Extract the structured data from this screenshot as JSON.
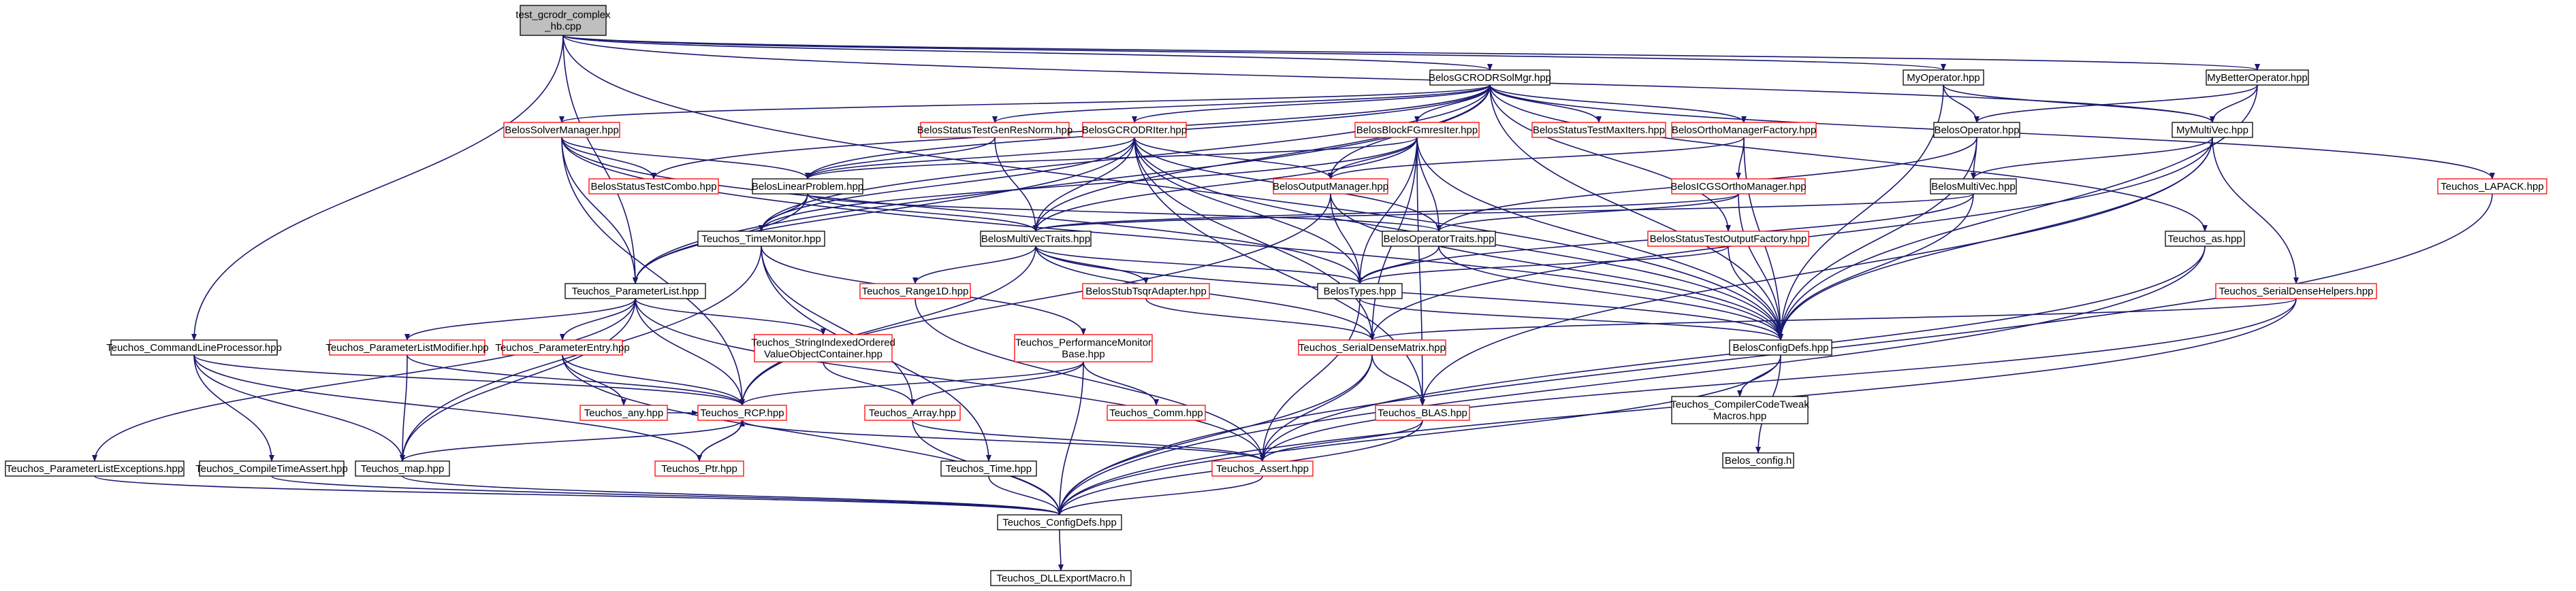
{
  "graph_title": "",
  "colors": {
    "edge": "#191970",
    "documented_border": "#000000",
    "undocumented_border": "#ff0000",
    "root_fill": "#bfbfbf",
    "system_border": "#bfbfbf"
  },
  "nodes": [
    {
      "id": "root",
      "lines": [
        "test_gcrodr_complex",
        "_hb.cpp"
      ],
      "kind": "root"
    },
    {
      "id": "BelosGCRODRSolMgr",
      "lines": [
        "BelosGCRODRSolMgr.hpp"
      ],
      "kind": "doc"
    },
    {
      "id": "MyOperator",
      "lines": [
        "MyOperator.hpp"
      ],
      "kind": "doc"
    },
    {
      "id": "MyBetterOperator",
      "lines": [
        "MyBetterOperator.hpp"
      ],
      "kind": "doc"
    },
    {
      "id": "BelosSolverManager",
      "lines": [
        "BelosSolverManager.hpp"
      ],
      "kind": "missing"
    },
    {
      "id": "BelosStatusTestGenResNorm",
      "lines": [
        "BelosStatusTestGenResNorm.hpp"
      ],
      "kind": "missing"
    },
    {
      "id": "BelosGCRODRIter",
      "lines": [
        "BelosGCRODRIter.hpp"
      ],
      "kind": "missing"
    },
    {
      "id": "BelosBlockFGmresIter",
      "lines": [
        "BelosBlockFGmresIter.hpp"
      ],
      "kind": "missing"
    },
    {
      "id": "BelosStatusTestMaxIters",
      "lines": [
        "BelosStatusTestMaxIters.hpp"
      ],
      "kind": "missing"
    },
    {
      "id": "BelosOrthoManagerFactory",
      "lines": [
        "BelosOrthoManagerFactory.hpp"
      ],
      "kind": "missing"
    },
    {
      "id": "BelosOperator",
      "lines": [
        "BelosOperator.hpp"
      ],
      "kind": "doc"
    },
    {
      "id": "MyMultiVec",
      "lines": [
        "MyMultiVec.hpp"
      ],
      "kind": "doc"
    },
    {
      "id": "BelosStatusTestCombo",
      "lines": [
        "BelosStatusTestCombo.hpp"
      ],
      "kind": "missing"
    },
    {
      "id": "BelosLinearProblem",
      "lines": [
        "BelosLinearProblem.hpp"
      ],
      "kind": "doc"
    },
    {
      "id": "BelosOutputManager",
      "lines": [
        "BelosOutputManager.hpp"
      ],
      "kind": "missing"
    },
    {
      "id": "BelosICGSOrthoManager",
      "lines": [
        "BelosICGSOrthoManager.hpp"
      ],
      "kind": "missing"
    },
    {
      "id": "BelosMultiVec",
      "lines": [
        "BelosMultiVec.hpp"
      ],
      "kind": "doc"
    },
    {
      "id": "TeuchosLAPACK",
      "lines": [
        "Teuchos_LAPACK.hpp"
      ],
      "kind": "missing"
    },
    {
      "id": "TeuchosTimeMonitor",
      "lines": [
        "Teuchos_TimeMonitor.hpp"
      ],
      "kind": "doc"
    },
    {
      "id": "BelosMultiVecTraits",
      "lines": [
        "BelosMultiVecTraits.hpp"
      ],
      "kind": "doc"
    },
    {
      "id": "BelosOperatorTraits",
      "lines": [
        "BelosOperatorTraits.hpp"
      ],
      "kind": "doc"
    },
    {
      "id": "TeuchosAs",
      "lines": [
        "Teuchos_as.hpp"
      ],
      "kind": "doc"
    },
    {
      "id": "TeuchosParameterList",
      "lines": [
        "Teuchos_ParameterList.hpp"
      ],
      "kind": "doc"
    },
    {
      "id": "TeuchosRange1D",
      "lines": [
        "Teuchos_Range1D.hpp"
      ],
      "kind": "missing"
    },
    {
      "id": "BelosStubTsqrAdapter",
      "lines": [
        "BelosStubTsqrAdapter.hpp"
      ],
      "kind": "missing"
    },
    {
      "id": "BelosTypes",
      "lines": [
        "BelosTypes.hpp"
      ],
      "kind": "doc"
    },
    {
      "id": "BelosStatusTestOutputFactory",
      "lines": [
        "BelosStatusTestOutputFactory.hpp"
      ],
      "kind": "missing"
    },
    {
      "id": "TeuchosSerialDenseHelpers",
      "lines": [
        "Teuchos_SerialDenseHelpers.hpp"
      ],
      "kind": "missing"
    },
    {
      "id": "TeuchosCommandLineProcessor",
      "lines": [
        "Teuchos_CommandLineProcessor.hpp"
      ],
      "kind": "doc"
    },
    {
      "id": "TeuchosParameterListModifier",
      "lines": [
        "Teuchos_ParameterListModifier.hpp"
      ],
      "kind": "missing"
    },
    {
      "id": "TeuchosParameterEntry",
      "lines": [
        "Teuchos_ParameterEntry.hpp"
      ],
      "kind": "missing"
    },
    {
      "id": "TeuchosStringIndexed",
      "lines": [
        "Teuchos_StringIndexedOrdered",
        "ValueObjectContainer.hpp"
      ],
      "kind": "missing"
    },
    {
      "id": "TeuchosPerformanceMonitor",
      "lines": [
        "Teuchos_PerformanceMonitor",
        "Base.hpp"
      ],
      "kind": "missing"
    },
    {
      "id": "TeuchosSerialDenseMatrix",
      "lines": [
        "Teuchos_SerialDenseMatrix.hpp"
      ],
      "kind": "missing"
    },
    {
      "id": "BelosConfigDefs",
      "lines": [
        "BelosConfigDefs.hpp"
      ],
      "kind": "doc"
    },
    {
      "id": "TeuchosAny",
      "lines": [
        "Teuchos_any.hpp"
      ],
      "kind": "missing"
    },
    {
      "id": "TeuchosRCP",
      "lines": [
        "Teuchos_RCP.hpp"
      ],
      "kind": "missing"
    },
    {
      "id": "TeuchosArray",
      "lines": [
        "Teuchos_Array.hpp"
      ],
      "kind": "missing"
    },
    {
      "id": "TeuchosComm",
      "lines": [
        "Teuchos_Comm.hpp"
      ],
      "kind": "missing"
    },
    {
      "id": "TeuchosBLAS",
      "lines": [
        "Teuchos_BLAS.hpp"
      ],
      "kind": "missing"
    },
    {
      "id": "TeuchosCompilerCodeTweak",
      "lines": [
        "Teuchos_CompilerCodeTweak",
        "Macros.hpp"
      ],
      "kind": "doc"
    },
    {
      "id": "BelosConfigH",
      "lines": [
        "Belos_config.h"
      ],
      "kind": "system"
    },
    {
      "id": "TeuchosParameterListExceptions",
      "lines": [
        "Teuchos_ParameterListExceptions.hpp"
      ],
      "kind": "doc"
    },
    {
      "id": "TeuchosCompileTimeAssert",
      "lines": [
        "Teuchos_CompileTimeAssert.hpp"
      ],
      "kind": "doc"
    },
    {
      "id": "TeuchosMap",
      "lines": [
        "Teuchos_map.hpp"
      ],
      "kind": "doc"
    },
    {
      "id": "TeuchosPtr",
      "lines": [
        "Teuchos_Ptr.hpp"
      ],
      "kind": "missing"
    },
    {
      "id": "TeuchosTime",
      "lines": [
        "Teuchos_Time.hpp"
      ],
      "kind": "doc"
    },
    {
      "id": "TeuchosAssert",
      "lines": [
        "Teuchos_Assert.hpp"
      ],
      "kind": "missing"
    },
    {
      "id": "TeuchosConfigDefs",
      "lines": [
        "Teuchos_ConfigDefs.hpp"
      ],
      "kind": "doc"
    },
    {
      "id": "TeuchosDLLExportMacro",
      "lines": [
        "Teuchos_DLLExportMacro.h"
      ],
      "kind": "doc"
    }
  ],
  "edges": [
    [
      "root",
      "BelosGCRODRSolMgr"
    ],
    [
      "root",
      "MyOperator"
    ],
    [
      "root",
      "MyBetterOperator"
    ],
    [
      "root",
      "MyMultiVec"
    ],
    [
      "root",
      "TeuchosCommandLineProcessor"
    ],
    [
      "root",
      "TeuchosParameterList"
    ],
    [
      "root",
      "BelosConfigDefs"
    ],
    [
      "BelosGCRODRSolMgr",
      "BelosSolverManager"
    ],
    [
      "BelosGCRODRSolMgr",
      "BelosStatusTestGenResNorm"
    ],
    [
      "BelosGCRODRSolMgr",
      "BelosGCRODRIter"
    ],
    [
      "BelosGCRODRSolMgr",
      "BelosBlockFGmresIter"
    ],
    [
      "BelosGCRODRSolMgr",
      "BelosStatusTestMaxIters"
    ],
    [
      "BelosGCRODRSolMgr",
      "BelosOrthoManagerFactory"
    ],
    [
      "BelosGCRODRSolMgr",
      "BelosStatusTestCombo"
    ],
    [
      "BelosGCRODRSolMgr",
      "BelosLinearProblem"
    ],
    [
      "BelosGCRODRSolMgr",
      "BelosOutputManager"
    ],
    [
      "BelosGCRODRSolMgr",
      "TeuchosLAPACK"
    ],
    [
      "BelosGCRODRSolMgr",
      "TeuchosTimeMonitor"
    ],
    [
      "BelosGCRODRSolMgr",
      "BelosStatusTestOutputFactory"
    ],
    [
      "BelosGCRODRSolMgr",
      "TeuchosAs"
    ],
    [
      "BelosGCRODRSolMgr",
      "BelosConfigDefs"
    ],
    [
      "BelosGCRODRSolMgr",
      "TeuchosParameterList"
    ],
    [
      "BelosGCRODRSolMgr",
      "BelosMultiVecTraits"
    ],
    [
      "MyOperator",
      "BelosOperator"
    ],
    [
      "MyOperator",
      "MyMultiVec"
    ],
    [
      "MyOperator",
      "BelosConfigDefs"
    ],
    [
      "MyBetterOperator",
      "BelosOperator"
    ],
    [
      "MyBetterOperator",
      "MyMultiVec"
    ],
    [
      "MyBetterOperator",
      "BelosConfigDefs"
    ],
    [
      "MyMultiVec",
      "BelosMultiVec"
    ],
    [
      "MyMultiVec",
      "BelosConfigDefs"
    ],
    [
      "MyMultiVec",
      "TeuchosSerialDenseHelpers"
    ],
    [
      "MyMultiVec",
      "TeuchosBLAS"
    ],
    [
      "MyMultiVec",
      "TeuchosSerialDenseMatrix"
    ],
    [
      "BelosOperator",
      "BelosOperatorTraits"
    ],
    [
      "BelosOperator",
      "BelosMultiVec"
    ],
    [
      "BelosOperator",
      "BelosConfigDefs"
    ],
    [
      "BelosMultiVec",
      "BelosMultiVecTraits"
    ],
    [
      "BelosMultiVec",
      "BelosTypes"
    ],
    [
      "BelosMultiVec",
      "BelosConfigDefs"
    ],
    [
      "BelosSolverManager",
      "BelosStatusTestCombo"
    ],
    [
      "BelosSolverManager",
      "BelosLinearProblem"
    ],
    [
      "BelosSolverManager",
      "TeuchosParameterList"
    ],
    [
      "BelosSolverManager",
      "BelosTypes"
    ],
    [
      "BelosSolverManager",
      "TeuchosRCP"
    ],
    [
      "BelosSolverManager",
      "BelosConfigDefs"
    ],
    [
      "BelosStatusTestGenResNorm",
      "BelosLinearProblem"
    ],
    [
      "BelosStatusTestGenResNorm",
      "BelosMultiVecTraits"
    ],
    [
      "BelosGCRODRIter",
      "BelosLinearProblem"
    ],
    [
      "BelosGCRODRIter",
      "BelosOutputManager"
    ],
    [
      "BelosGCRODRIter",
      "BelosMultiVecTraits"
    ],
    [
      "BelosGCRODRIter",
      "BelosOperatorTraits"
    ],
    [
      "BelosGCRODRIter",
      "BelosTypes"
    ],
    [
      "BelosGCRODRIter",
      "TeuchosSerialDenseMatrix"
    ],
    [
      "BelosGCRODRIter",
      "TeuchosBLAS"
    ],
    [
      "BelosGCRODRIter",
      "TeuchosTimeMonitor"
    ],
    [
      "BelosGCRODRIter",
      "TeuchosParameterList"
    ],
    [
      "BelosGCRODRIter",
      "BelosConfigDefs"
    ],
    [
      "BelosBlockFGmresIter",
      "BelosLinearProblem"
    ],
    [
      "BelosBlockFGmresIter",
      "BelosOutputManager"
    ],
    [
      "BelosBlockFGmresIter",
      "BelosMultiVecTraits"
    ],
    [
      "BelosBlockFGmresIter",
      "BelosOperatorTraits"
    ],
    [
      "BelosBlockFGmresIter",
      "BelosTypes"
    ],
    [
      "BelosBlockFGmresIter",
      "TeuchosSerialDenseMatrix"
    ],
    [
      "BelosBlockFGmresIter",
      "TeuchosBLAS"
    ],
    [
      "BelosBlockFGmresIter",
      "TeuchosTimeMonitor"
    ],
    [
      "BelosBlockFGmresIter",
      "BelosConfigDefs"
    ],
    [
      "BelosOrthoManagerFactory",
      "BelosICGSOrthoManager"
    ],
    [
      "BelosOrthoManagerFactory",
      "BelosOutputManager"
    ],
    [
      "BelosOrthoManagerFactory",
      "BelosConfigDefs"
    ],
    [
      "BelosICGSOrthoManager",
      "BelosMultiVecTraits"
    ],
    [
      "BelosICGSOrthoManager",
      "BelosOperatorTraits"
    ],
    [
      "BelosICGSOrthoManager",
      "BelosConfigDefs"
    ],
    [
      "BelosLinearProblem",
      "BelosMultiVecTraits"
    ],
    [
      "BelosLinearProblem",
      "BelosOperatorTraits"
    ],
    [
      "BelosLinearProblem",
      "TeuchosTimeMonitor"
    ],
    [
      "BelosLinearProblem",
      "TeuchosParameterList"
    ],
    [
      "BelosOutputManager",
      "BelosTypes"
    ],
    [
      "BelosOutputManager",
      "BelosConfigDefs"
    ],
    [
      "BelosOutputManager",
      "TeuchosRCP"
    ],
    [
      "TeuchosLAPACK",
      "TeuchosConfigDefs"
    ],
    [
      "TeuchosTimeMonitor",
      "TeuchosTime"
    ],
    [
      "TeuchosTimeMonitor",
      "TeuchosPerformanceMonitor"
    ],
    [
      "TeuchosTimeMonitor",
      "TeuchosMap"
    ],
    [
      "TeuchosTimeMonitor",
      "TeuchosArray"
    ],
    [
      "BelosMultiVecTraits",
      "BelosTypes"
    ],
    [
      "BelosMultiVecTraits",
      "TeuchosRange1D"
    ],
    [
      "BelosMultiVecTraits",
      "BelosStubTsqrAdapter"
    ],
    [
      "BelosMultiVecTraits",
      "TeuchosRCP"
    ],
    [
      "BelosMultiVecTraits",
      "TeuchosSerialDenseMatrix"
    ],
    [
      "BelosMultiVecTraits",
      "BelosConfigDefs"
    ],
    [
      "BelosOperatorTraits",
      "BelosTypes"
    ],
    [
      "BelosOperatorTraits",
      "BelosConfigDefs"
    ],
    [
      "TeuchosAs",
      "TeuchosAssert"
    ],
    [
      "TeuchosAs",
      "TeuchosConfigDefs"
    ],
    [
      "TeuchosParameterList",
      "TeuchosParameterListExceptions"
    ],
    [
      "TeuchosParameterList",
      "TeuchosParameterListModifier"
    ],
    [
      "TeuchosParameterList",
      "TeuchosParameterEntry"
    ],
    [
      "TeuchosParameterList",
      "TeuchosStringIndexed"
    ],
    [
      "TeuchosParameterList",
      "TeuchosRCP"
    ],
    [
      "TeuchosParameterList",
      "TeuchosMap"
    ],
    [
      "TeuchosParameterList",
      "TeuchosAssert"
    ],
    [
      "TeuchosRange1D",
      "TeuchosAssert"
    ],
    [
      "BelosStubTsqrAdapter",
      "TeuchosSerialDenseMatrix"
    ],
    [
      "BelosTypes",
      "BelosConfigDefs"
    ],
    [
      "BelosTypes",
      "TeuchosAssert"
    ],
    [
      "BelosStatusTestOutputFactory",
      "BelosTypes"
    ],
    [
      "BelosStatusTestOutputFactory",
      "BelosConfigDefs"
    ],
    [
      "TeuchosSerialDenseHelpers",
      "TeuchosSerialDenseMatrix"
    ],
    [
      "TeuchosSerialDenseHelpers",
      "TeuchosAssert"
    ],
    [
      "TeuchosSerialDenseHelpers",
      "TeuchosConfigDefs"
    ],
    [
      "TeuchosCommandLineProcessor",
      "TeuchosCompileTimeAssert"
    ],
    [
      "TeuchosCommandLineProcessor",
      "TeuchosMap"
    ],
    [
      "TeuchosCommandLineProcessor",
      "TeuchosRCP"
    ],
    [
      "TeuchosCommandLineProcessor",
      "TeuchosPtr"
    ],
    [
      "TeuchosParameterListModifier",
      "TeuchosRCP"
    ],
    [
      "TeuchosParameterListModifier",
      "TeuchosMap"
    ],
    [
      "TeuchosParameterEntry",
      "TeuchosAny"
    ],
    [
      "TeuchosParameterEntry",
      "TeuchosRCP"
    ],
    [
      "TeuchosParameterEntry",
      "TeuchosConfigDefs"
    ],
    [
      "TeuchosStringIndexed",
      "TeuchosArray"
    ],
    [
      "TeuchosPerformanceMonitor",
      "TeuchosRCP"
    ],
    [
      "TeuchosPerformanceMonitor",
      "TeuchosArray"
    ],
    [
      "TeuchosPerformanceMonitor",
      "TeuchosComm"
    ],
    [
      "TeuchosPerformanceMonitor",
      "TeuchosConfigDefs"
    ],
    [
      "TeuchosSerialDenseMatrix",
      "TeuchosBLAS"
    ],
    [
      "TeuchosSerialDenseMatrix",
      "TeuchosAssert"
    ],
    [
      "TeuchosSerialDenseMatrix",
      "TeuchosConfigDefs"
    ],
    [
      "BelosConfigDefs",
      "TeuchosCompilerCodeTweak"
    ],
    [
      "BelosConfigDefs",
      "BelosConfigH"
    ],
    [
      "BelosConfigDefs",
      "TeuchosConfigDefs"
    ],
    [
      "TeuchosAny",
      "TeuchosRCP"
    ],
    [
      "TeuchosRCP",
      "TeuchosPtr"
    ],
    [
      "TeuchosPtr",
      "TeuchosRCP"
    ],
    [
      "TeuchosRCP",
      "TeuchosAssert"
    ],
    [
      "TeuchosRCP",
      "TeuchosMap"
    ],
    [
      "TeuchosArray",
      "TeuchosAssert"
    ],
    [
      "TeuchosArray",
      "TeuchosConfigDefs"
    ],
    [
      "TeuchosBLAS",
      "TeuchosAssert"
    ],
    [
      "TeuchosBLAS",
      "TeuchosConfigDefs"
    ],
    [
      "TeuchosParameterListExceptions",
      "TeuchosConfigDefs"
    ],
    [
      "TeuchosCompileTimeAssert",
      "TeuchosConfigDefs"
    ],
    [
      "TeuchosMap",
      "TeuchosConfigDefs"
    ],
    [
      "TeuchosTime",
      "TeuchosConfigDefs"
    ],
    [
      "TeuchosAssert",
      "TeuchosConfigDefs"
    ],
    [
      "TeuchosConfigDefs",
      "TeuchosDLLExportMacro"
    ]
  ]
}
